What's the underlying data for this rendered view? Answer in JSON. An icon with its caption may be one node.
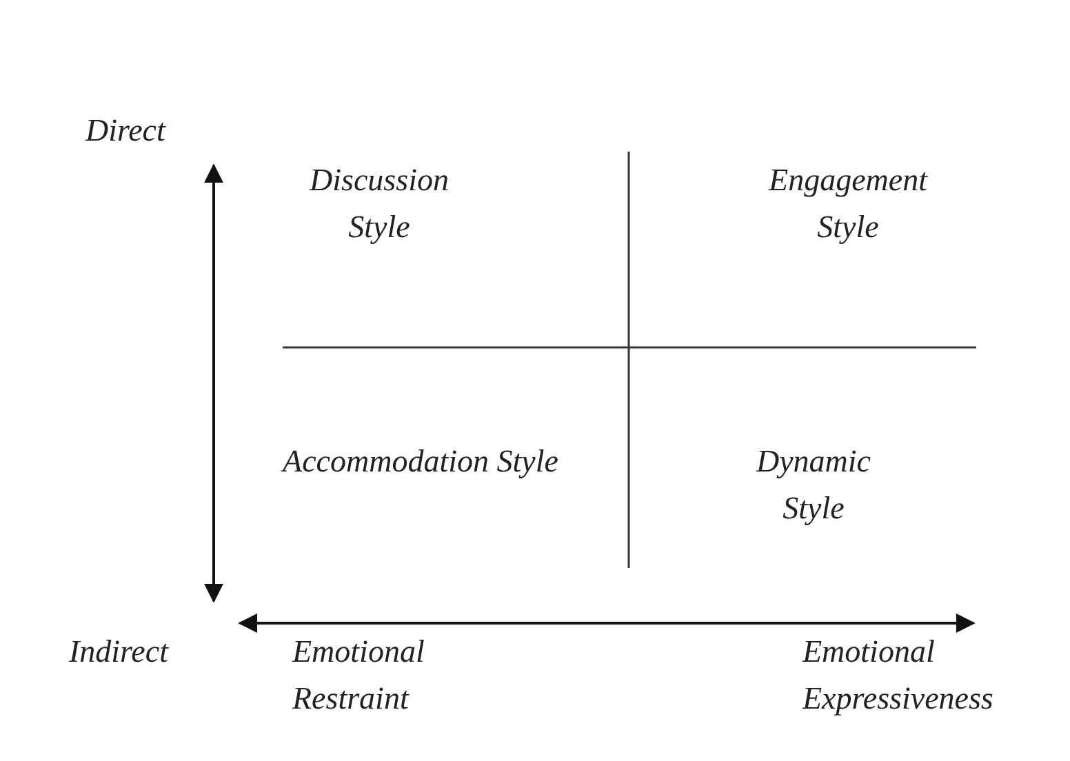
{
  "diagram": {
    "labels": [
      "Direct",
      "Discussion Style",
      "Engagement Style",
      "Accommodation Style",
      "Dynamic Style",
      "Indirect",
      "Emotional Restraint",
      "Emotional Expressiveness"
    ]
  }
}
